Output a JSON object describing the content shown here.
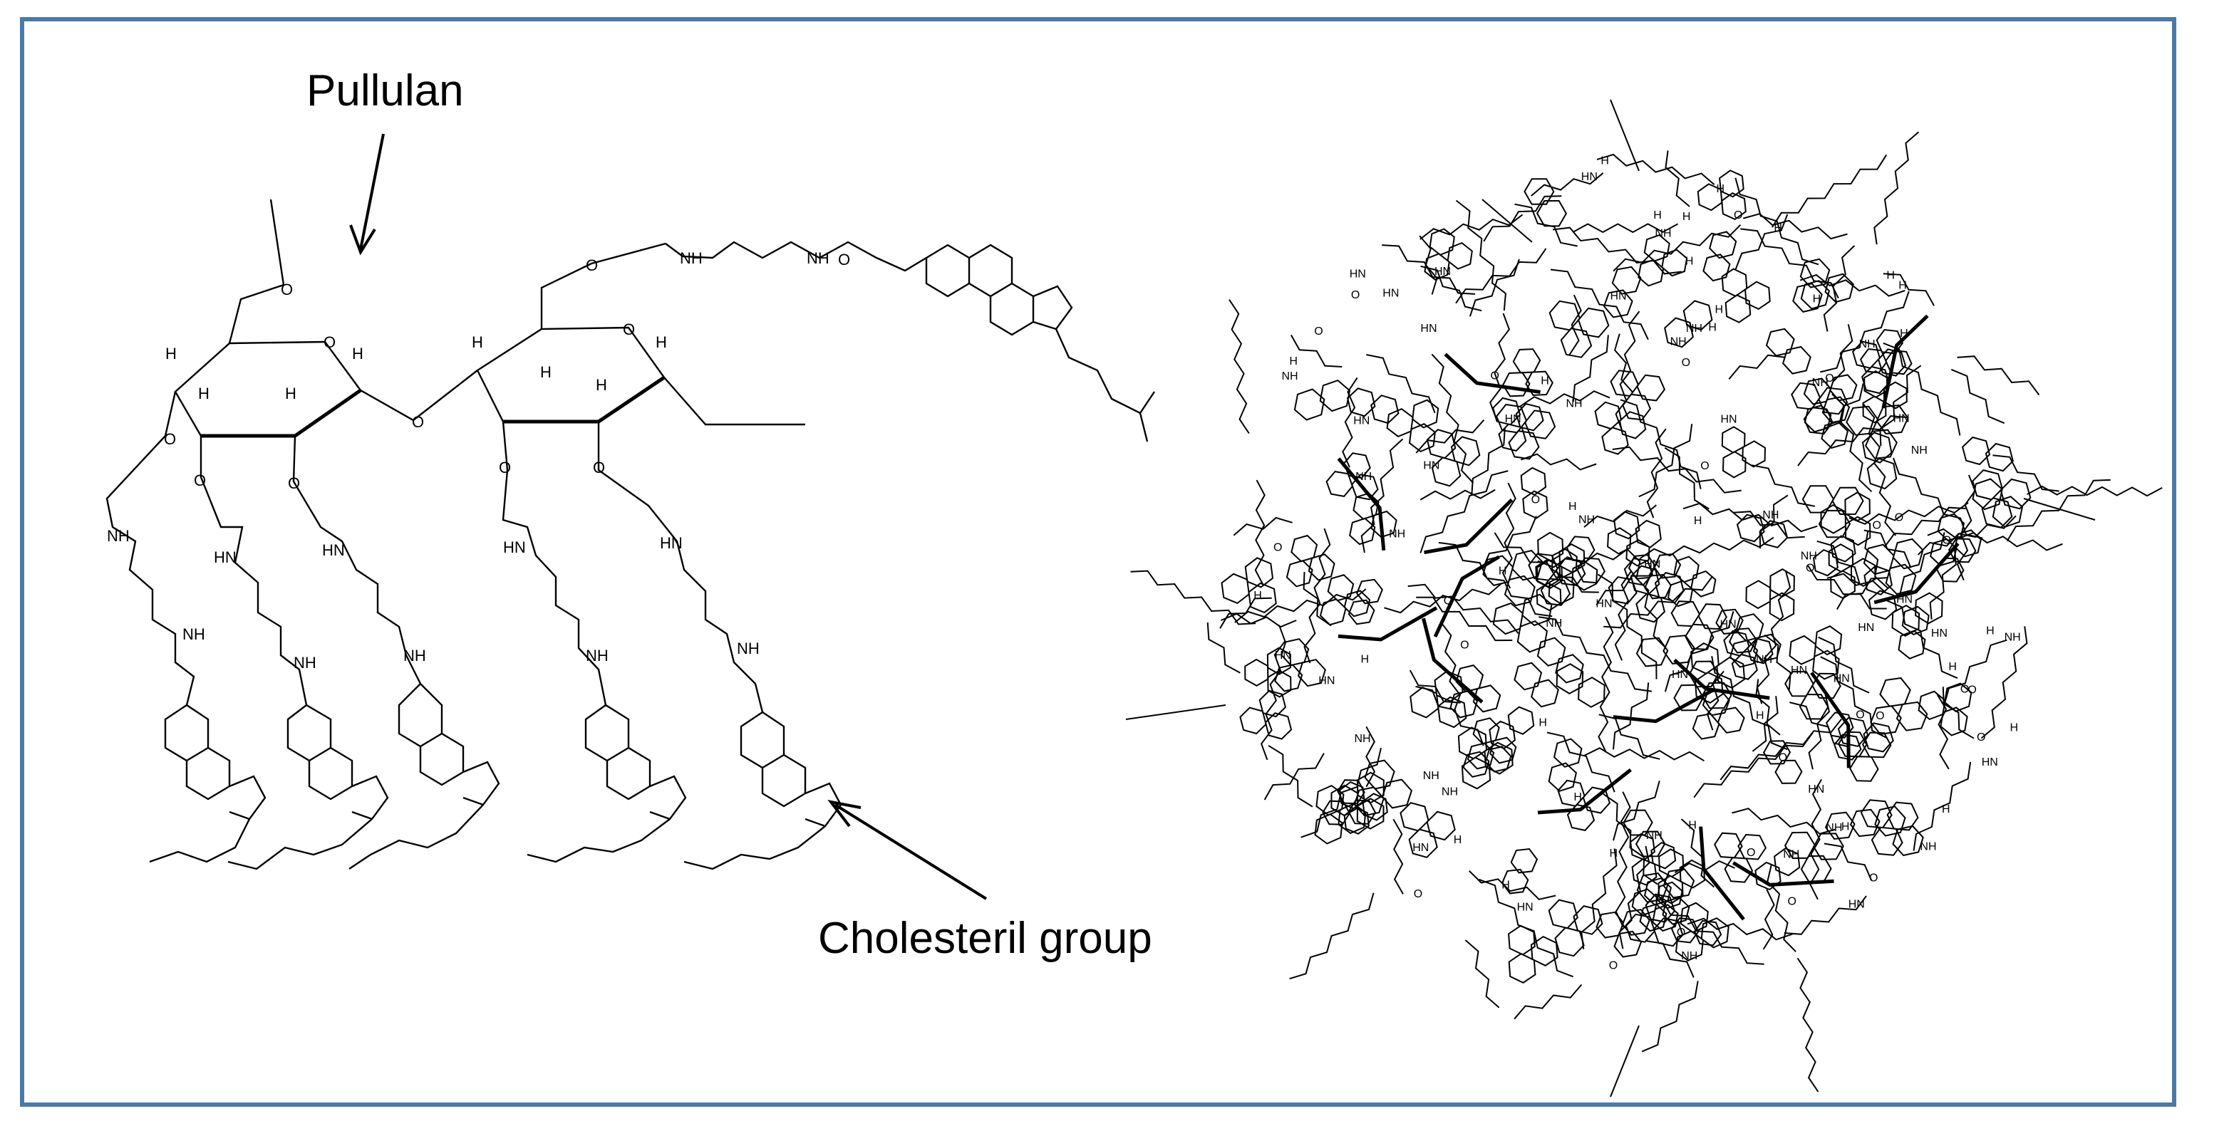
{
  "labels": {
    "pullulan": "Pullulan",
    "cholesteryl": "Cholesteril group"
  },
  "atoms": {
    "H": "H",
    "O": "O",
    "NH": "NH",
    "HN": "HN"
  },
  "colors": {
    "frame": "#4a7aa8",
    "ink": "#000000"
  }
}
